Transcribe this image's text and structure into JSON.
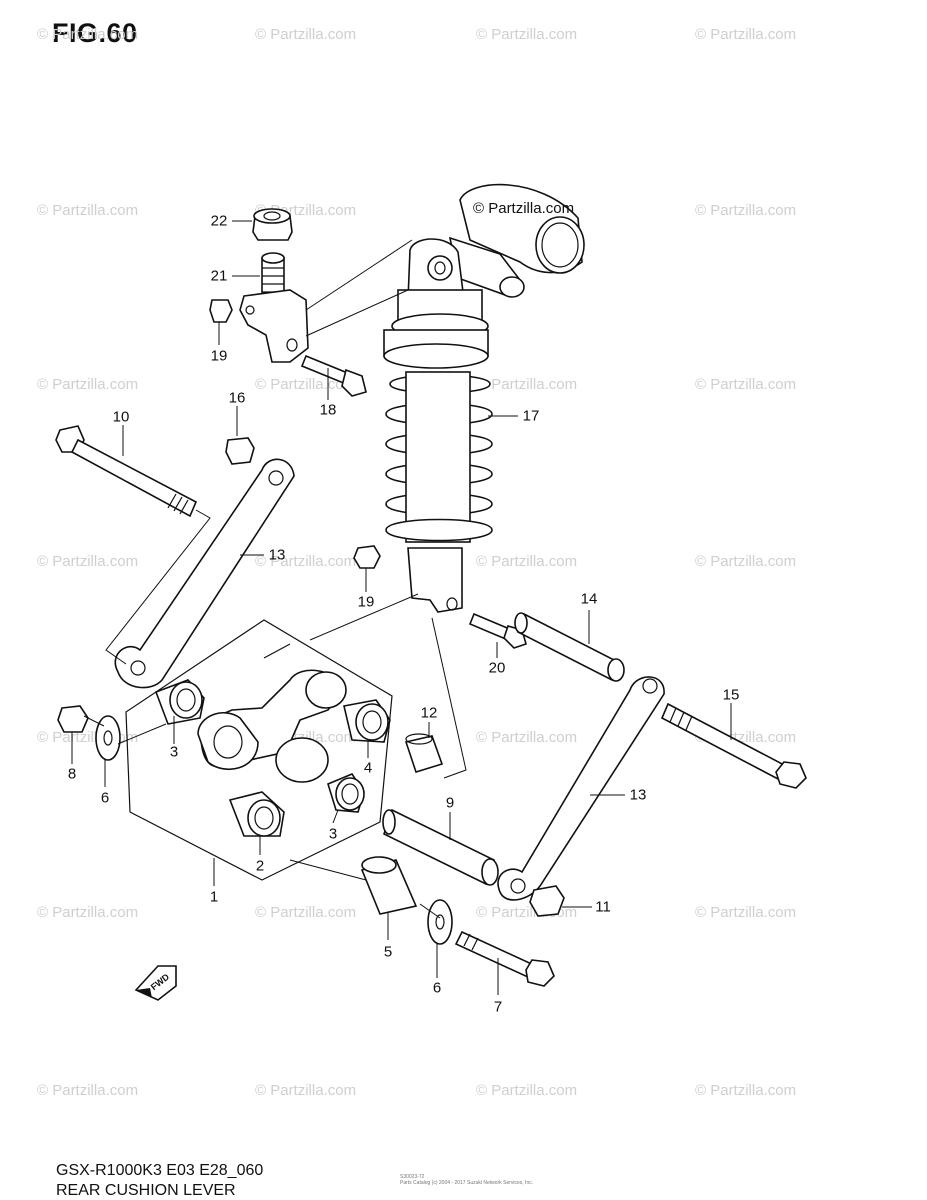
{
  "figure": {
    "title": "FIG.60",
    "model_code": "GSX-R1000K3 E03 E28_060",
    "section_name": "REAR CUSHION LEVER",
    "footer_small_line1": "S30023-72",
    "footer_small_line2": "Parts Catalog (c) 2004 - 2017 Suzuki Network Services, Inc."
  },
  "watermarks": {
    "text": "© Partzilla.com",
    "prominent": "© Partzilla.com"
  },
  "fwd_arrow_label": "FWD",
  "callouts": {
    "c1": "1",
    "c2": "2",
    "c3a": "3",
    "c3b": "3",
    "c4": "4",
    "c5": "5",
    "c6a": "6",
    "c6b": "6",
    "c7": "7",
    "c8": "8",
    "c9": "9",
    "c10": "10",
    "c11": "11",
    "c12": "12",
    "c13a": "13",
    "c13b": "13",
    "c14": "14",
    "c15": "15",
    "c16": "16",
    "c17": "17",
    "c18": "18",
    "c19a": "19",
    "c19b": "19",
    "c20": "20",
    "c21": "21",
    "c22": "22"
  }
}
